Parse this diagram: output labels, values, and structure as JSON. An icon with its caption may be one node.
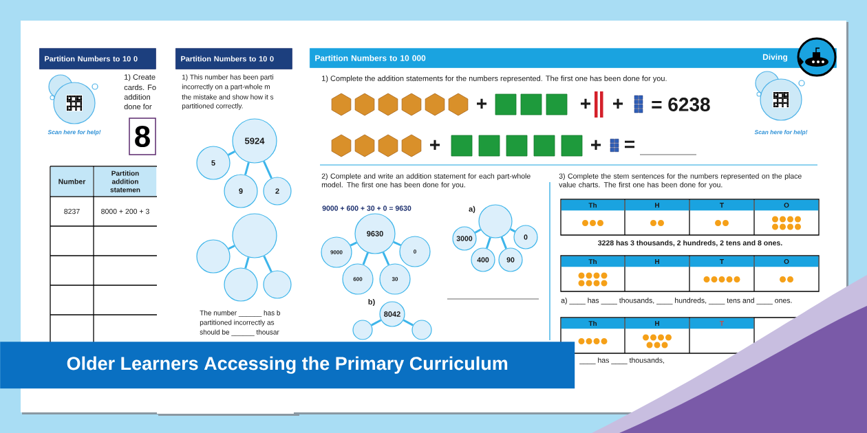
{
  "diagram": {
    "title": "Older Learners Accessing the Primary Curriculum",
    "nodes": [
      {
        "text": [
          "Partition Numbers to 10 0"
        ]
      },
      {
        "text": [
          "8"
        ]
      },
      {
        "text": [
          "Partition Numbers to 10 0"
        ]
      },
      {
        "text": [
          "5924"
        ]
      },
      {
        "text": [
          "5"
        ]
      },
      {
        "text": [
          "9"
        ]
      },
      {
        "text": [
          "2"
        ]
      },
      {
        "text": [],
        "shape": "circle"
      },
      {
        "text": [],
        "shape": "circle"
      },
      {
        "text": [],
        "shape": "circle"
      },
      {
        "text": [],
        "shape": "circle"
      },
      {
        "text": [
          "Partition Numbers to 10 000",
          "Diving"
        ]
      },
      {
        "text": [
          "9630"
        ]
      },
      {
        "text": [
          "9000"
        ]
      },
      {
        "text": [
          "0"
        ]
      },
      {
        "text": [
          "600"
        ]
      },
      {
        "text": [
          "30"
        ]
      },
      {
        "text": [],
        "shape": "circle"
      },
      {
        "text": [
          "3000"
        ]
      },
      {
        "text": [
          "0"
        ]
      },
      {
        "text": [
          "400"
        ]
      },
      {
        "text": [
          "90"
        ]
      },
      {
        "text": [
          "8042"
        ]
      },
      {
        "text": [],
        "shape": "circle"
      },
      {
        "text": [],
        "shape": "circle"
      }
    ],
    "edges": [
      {
        "from": 3,
        "to": 4,
        "arrow": "none"
      },
      {
        "from": 3,
        "to": 5,
        "arrow": "none"
      },
      {
        "from": 3,
        "to": 6,
        "arrow": "none"
      },
      {
        "from": 7,
        "to": 8,
        "arrow": "none"
      },
      {
        "from": 7,
        "to": 9,
        "arrow": "none"
      },
      {
        "from": 7,
        "to": 10,
        "arrow": "none"
      },
      {
        "from": 12,
        "to": 13,
        "arrow": "none"
      },
      {
        "from": 12,
        "to": 14,
        "arrow": "none"
      },
      {
        "from": 12,
        "to": 15,
        "arrow": "none"
      },
      {
        "from": 12,
        "to": 16,
        "arrow": "none"
      },
      {
        "from": 17,
        "to": 18,
        "arrow": "none"
      },
      {
        "from": 17,
        "to": 19,
        "arrow": "none"
      },
      {
        "from": 17,
        "to": 20,
        "arrow": "none"
      },
      {
        "from": 17,
        "to": 21,
        "arrow": "none"
      },
      {
        "from": 22,
        "to": 23,
        "arrow": "none"
      },
      {
        "from": 22,
        "to": 24,
        "arrow": "none"
      }
    ],
    "labels": [
      "1) Create",
      "cards. Fo",
      "addition",
      "done for",
      "Scan here for help!",
      "Number",
      "Partition addition statemen",
      "8237",
      "8000 + 200 + 3",
      "1) This number has been parti",
      "incorrectly on a part-whole m",
      "the mistake and show how it s",
      "partitioned correctly.",
      "The number ______ has b",
      "partitioned incorrectly as",
      "should be ______ thousar",
      "Scan here for help!",
      "1) Complete the addition statements for the numbers represented. The first one has been done for you.",
      "+",
      "+",
      "+",
      "= 6238",
      "+",
      "+",
      "=",
      "2) Complete and write an addition statement for each part-whole model. The first one has been done for you.",
      "9000 + 600 + 30 + 0 = 9630",
      "a)",
      "b)",
      "3) Complete the stem sentences for the numbers represented on the place value charts. The first one has been done for you.",
      "Th",
      "H",
      "T",
      "O",
      "3228 has 3 thousands, 2 hundreds, 2 tens and 8 ones.",
      "Th",
      "H",
      "T",
      "O",
      "a) ____ has ____ thousands, ____ hundreds, ____ tens and ____ ones.",
      "Th",
      "H",
      "T",
      "____ has ____ thousands,"
    ]
  }
}
